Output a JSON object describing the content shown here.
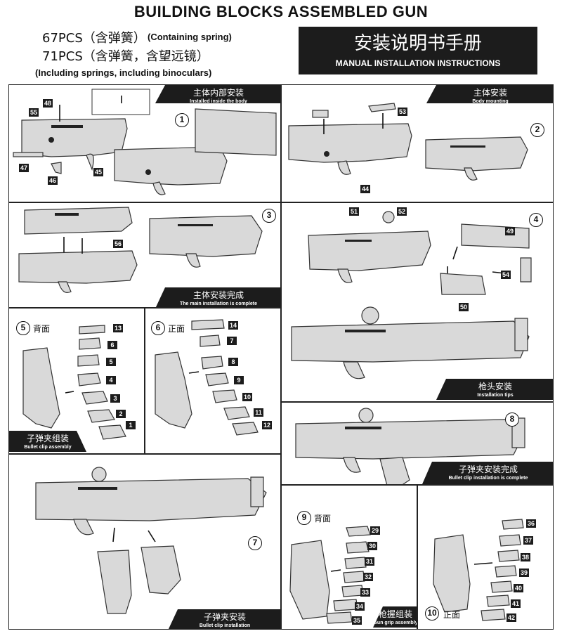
{
  "header": {
    "title": "BUILDING BLOCKS ASSEMBLED GUN",
    "count_67": "67PCS（含弹簧）",
    "count_67_en": "(Containing spring)",
    "count_71": "71PCS（含弹簧，含望远镜）",
    "count_71_en": "(Including springs, including binoculars)",
    "manual_zh": "安装说明书手册",
    "manual_en": "MANUAL INSTALLATION INSTRUCTIONS"
  },
  "steps": {
    "s1": {
      "num": "1",
      "zh": "主体内部安装",
      "en": "Installed inside the body",
      "parts": [
        "48",
        "55",
        "47",
        "46",
        "45"
      ]
    },
    "s2": {
      "num": "2",
      "zh": "主体安装",
      "en": "Body mounting",
      "parts": [
        "53",
        "44"
      ]
    },
    "s3": {
      "num": "3",
      "zh": "主体安装完成",
      "en": "The main installation is complete",
      "parts": [
        "56"
      ]
    },
    "s4": {
      "num": "4",
      "zh": "枪头安装",
      "en": "Installation tips",
      "parts": [
        "51",
        "52",
        "49",
        "54",
        "50"
      ]
    },
    "s5": {
      "num": "5",
      "side": "背面",
      "zh": "子弹夹组装",
      "en": "Bullet clip assembly",
      "parts": [
        "13",
        "6",
        "5",
        "4",
        "3",
        "2",
        "1"
      ]
    },
    "s6": {
      "num": "6",
      "side": "正面",
      "parts": [
        "14",
        "7",
        "8",
        "9",
        "10",
        "11",
        "12"
      ]
    },
    "s7": {
      "num": "7",
      "zh": "子弹夹安装",
      "en": "Bullet clip installation"
    },
    "s8": {
      "num": "8",
      "zh": "子弹夹安装完成",
      "en": "Bullet clip installation is complete"
    },
    "s9": {
      "num": "9",
      "side": "背面",
      "zh": "枪握组装",
      "en": "Gun grip assembly",
      "parts": [
        "29",
        "30",
        "31",
        "32",
        "33",
        "34",
        "35"
      ]
    },
    "s10": {
      "num": "10",
      "side": "正面",
      "parts": [
        "36",
        "37",
        "38",
        "39",
        "40",
        "41",
        "42"
      ]
    }
  },
  "colors": {
    "ink": "#1c1c1c",
    "part_fill": "#d9d9d9",
    "outline": "#333333"
  }
}
